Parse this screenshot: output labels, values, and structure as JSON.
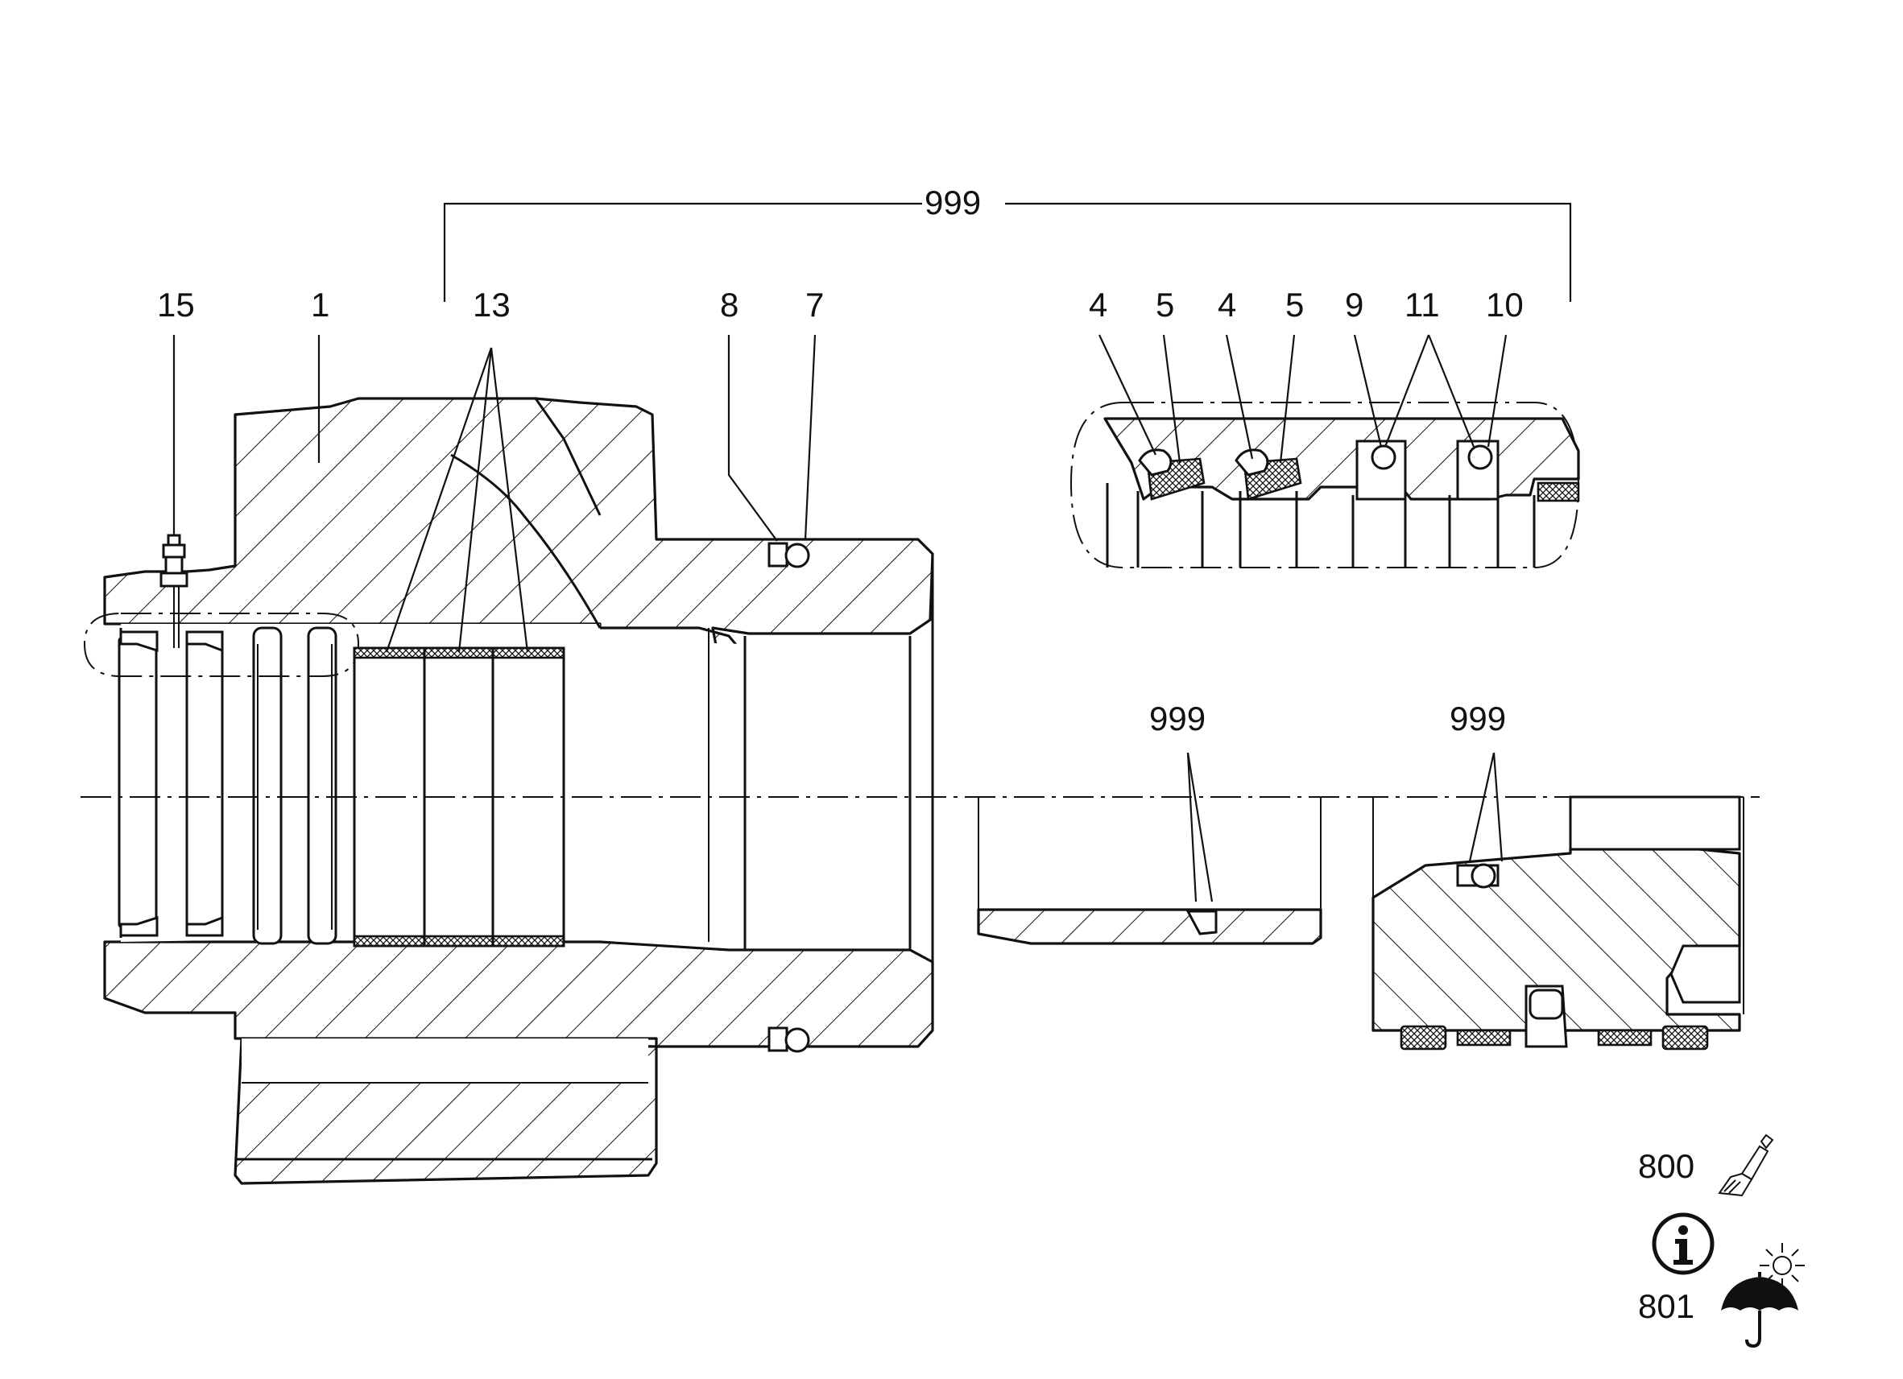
{
  "callouts": {
    "assembly_top": "999",
    "c15": "15",
    "c1": "1",
    "c13": "13",
    "c8": "8",
    "c7": "7",
    "c4a": "4",
    "c5a": "5",
    "c4b": "4",
    "c5b": "5",
    "c9": "9",
    "c11": "11",
    "c10": "10",
    "detail_mid": "999",
    "detail_right": "999",
    "c800": "800",
    "c801": "801"
  },
  "icons": {
    "c800_icon": "paintbrush-icon",
    "info_icon": "info-icon",
    "c801_icon": "umbrella-icon",
    "sun_icon": "sun-icon"
  },
  "colors": {
    "line": "#111111",
    "background": "#ffffff"
  }
}
